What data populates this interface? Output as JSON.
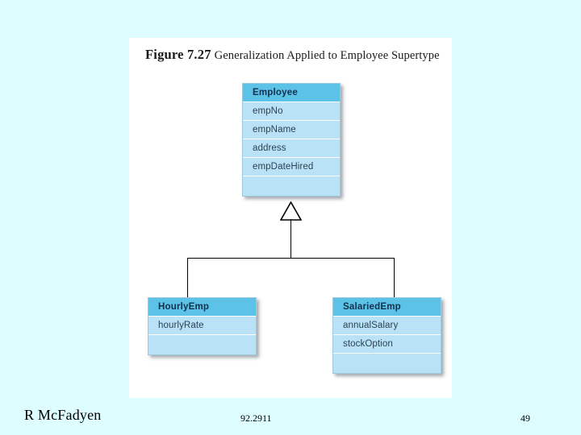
{
  "slide": {
    "background_color": "#ddfdff",
    "panel_color": "#ffffff"
  },
  "figure": {
    "label": "Figure 7.27",
    "title": "Generalization Applied to Employee Supertype",
    "notation": "UML generalization",
    "colors": {
      "class_header": "#5cc2e8",
      "class_body": "#b9e2f7",
      "header_text": "#12314c",
      "attribute_text": "#2d4252",
      "connector": "#000000"
    },
    "classes": {
      "supertype": {
        "name": "Employee",
        "attributes": [
          "empNo",
          "empName",
          "address",
          "empDateHired"
        ],
        "operations": []
      },
      "subtypes": [
        {
          "name": "HourlyEmp",
          "attributes": [
            "hourlyRate"
          ],
          "operations": []
        },
        {
          "name": "SalariedEmp",
          "attributes": [
            "annualSalary",
            "stockOption"
          ],
          "operations": []
        }
      ]
    }
  },
  "footer": {
    "author": "R McFadyen",
    "code": "92.2911",
    "page_number": "49"
  }
}
